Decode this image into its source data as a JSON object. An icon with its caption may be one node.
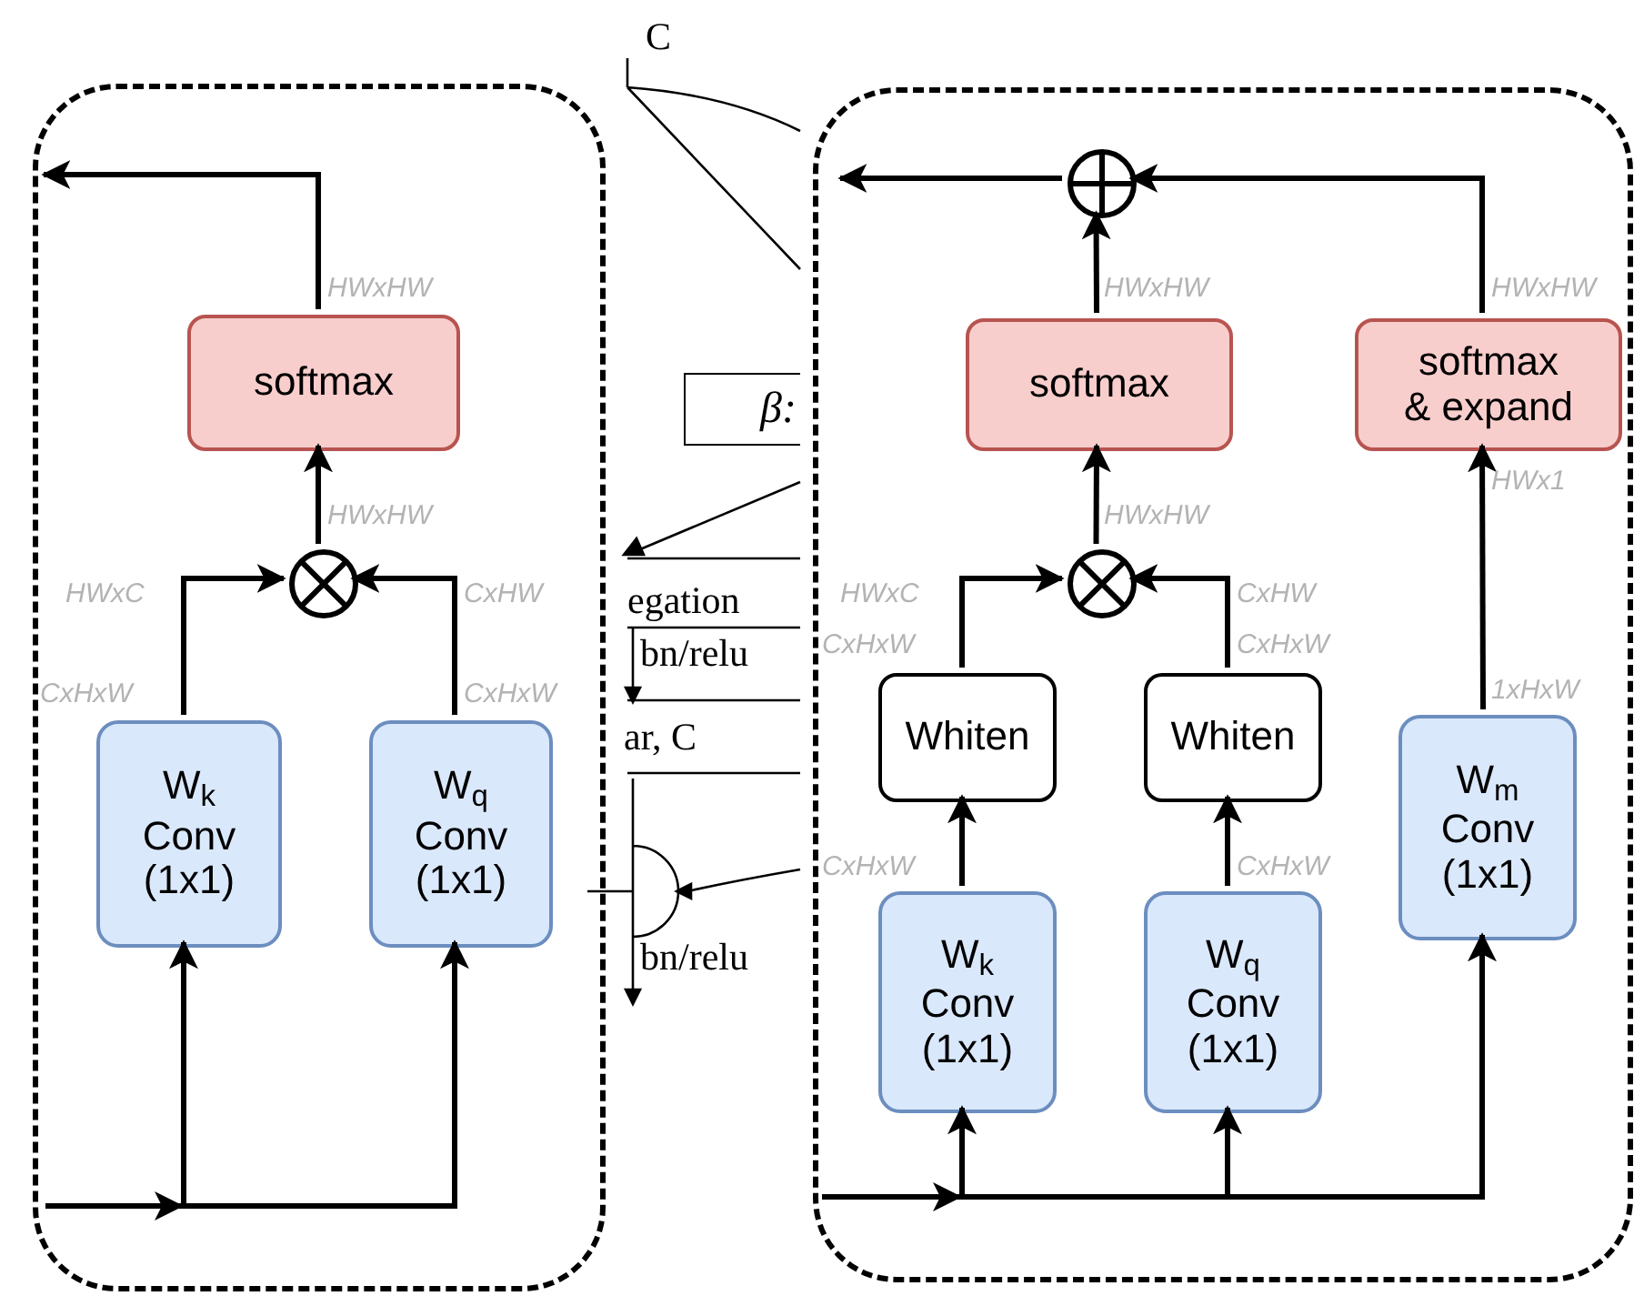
{
  "diagram": {
    "nodes": [
      {
        "text": [],
        "shape": "box"
      },
      {
        "text": [
          "softmax"
        ],
        "in": 0
      },
      {
        "text": [],
        "shape": "circle",
        "in": 0
      },
      {
        "text": [
          "W$_{k}$ Conv (1x1)"
        ],
        "in": 0
      },
      {
        "text": [
          "W$_{q}$ Conv (1x1)"
        ],
        "in": 0
      },
      {
        "text": [],
        "shape": "box"
      },
      {
        "text": [],
        "shape": "circle",
        "in": 5
      },
      {
        "text": [
          "softmax"
        ],
        "in": 5
      },
      {
        "text": [
          "softmax & expand"
        ],
        "in": 5
      },
      {
        "text": [],
        "shape": "circle",
        "in": 5
      },
      {
        "text": [
          "Whiten"
        ],
        "in": 5
      },
      {
        "text": [
          "Whiten"
        ],
        "in": 5
      },
      {
        "text": [
          "W$_{m}$ Conv (1x1)"
        ],
        "in": 5
      },
      {
        "text": [
          "W$_{k}$ Conv (1x1)"
        ],
        "in": 5
      },
      {
        "text": [
          "W$_{q}$ Conv (1x1)"
        ],
        "in": 5
      },
      {
        "text": [
          "β:"
        ]
      }
    ],
    "edges": [
      {
        "from": 1,
        "to": null,
        "arrow": "to"
      },
      {
        "from": 2,
        "to": 1,
        "arrow": "to"
      },
      {
        "from": 3,
        "to": 2,
        "arrow": "to"
      },
      {
        "from": 4,
        "to": 2,
        "arrow": "to"
      },
      {
        "from": null,
        "to": 3,
        "arrow": "to"
      },
      {
        "from": null,
        "to": 4,
        "arrow": "to"
      },
      {
        "from": 6,
        "to": null,
        "arrow": "to"
      },
      {
        "from": 7,
        "to": 6,
        "arrow": "to"
      },
      {
        "from": 8,
        "to": 6,
        "arrow": "to"
      },
      {
        "from": 9,
        "to": 7,
        "arrow": "to"
      },
      {
        "from": 10,
        "to": 9,
        "arrow": "to"
      },
      {
        "from": 11,
        "to": 9,
        "arrow": "to"
      },
      {
        "from": 13,
        "to": 10,
        "arrow": "to"
      },
      {
        "from": 14,
        "to": 11,
        "arrow": "to"
      },
      {
        "from": 12,
        "to": 8,
        "arrow": "to"
      },
      {
        "from": null,
        "to": 13,
        "arrow": "to"
      },
      {
        "from": null,
        "to": 14,
        "arrow": "to"
      },
      {
        "from": null,
        "to": 12,
        "arrow": "to"
      }
    ],
    "labels": [
      "HWxHW",
      "HWxHW",
      "HWxC",
      "CxHW",
      "CxHxW",
      "CxHxW",
      "C",
      "egation",
      "bn/relu",
      "ar, C",
      "bn/relu",
      "HWxHW",
      "HWxHW",
      "HWxHW",
      "HWx1",
      "HWxC",
      "CxHW",
      "CxHxW",
      "CxHxW",
      "1xHxW",
      "CxHxW",
      "CxHxW"
    ]
  }
}
